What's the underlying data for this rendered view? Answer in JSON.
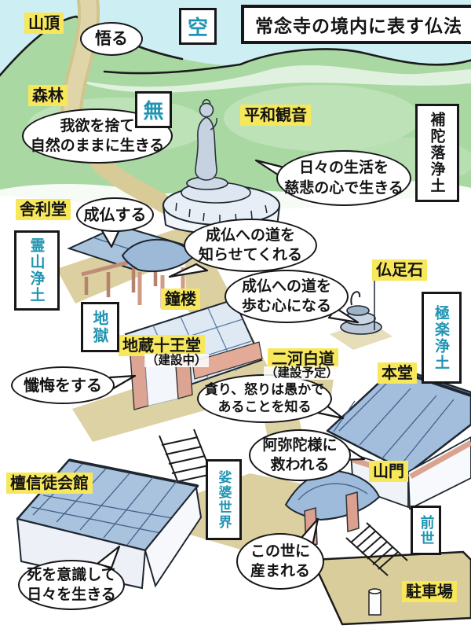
{
  "title": "常念寺の境内に表す仏法",
  "labels": {
    "sancho": "山頂",
    "shinrin": "森林",
    "heiwa_kannon": "平和観音",
    "sharido": "舎利堂",
    "shoro": "鐘楼",
    "bussokuseki": "仏足石",
    "jizo_juo_do": "地蔵十王堂",
    "jizo_juo_do_note": "（建設中）",
    "nigabyakudo": "二河白道",
    "nigabyakudo_note": "（建設予定）",
    "hondo": "本堂",
    "sanmon": "山門",
    "danshinto_kaikan": "檀信徒会館",
    "chushajo": "駐車場"
  },
  "realms": {
    "ku": "空",
    "mu": "無",
    "fudaraku_jodo": "補陀落浄土",
    "ryozen_jodo": "霊山浄土",
    "jigoku": "地獄",
    "gokuraku_jodo": "極楽浄土",
    "shaba_sekai": "娑婆世界",
    "zense": "前世"
  },
  "bubbles": {
    "satoru": {
      "l1": "悟る"
    },
    "gayoku": {
      "l1": "我欲を捨て",
      "l2": "自然のままに生きる"
    },
    "hibi": {
      "l1": "日々の生活を",
      "l2": "慈悲の心で生きる"
    },
    "jobutsu": {
      "l1": "成仏する"
    },
    "shirasete": {
      "l1": "成仏への道を",
      "l2": "知らせてくれる"
    },
    "ayumu": {
      "l1": "成仏への道を",
      "l2": "歩む心になる"
    },
    "sange": {
      "l1": "懺悔をする"
    },
    "musaboru": {
      "l1": "貪り、怒りは愚かで",
      "l2": "あることを知る"
    },
    "amida": {
      "l1": "阿弥陀様に",
      "l2": "救われる"
    },
    "konoyo": {
      "l1": "この世に",
      "l2": "産まれる"
    },
    "shiwo": {
      "l1": "死を意識して",
      "l2": "日々を生きる"
    }
  },
  "colors": {
    "label_bg": "#f7e75a",
    "realm_text": "#2095b3",
    "sky": "#cdeef2",
    "mountain": "#a9d8a3",
    "path": "#dcd0a0",
    "roof": "#a7c1dc",
    "pillar": "#dba090",
    "outline": "#1b1b1b"
  }
}
